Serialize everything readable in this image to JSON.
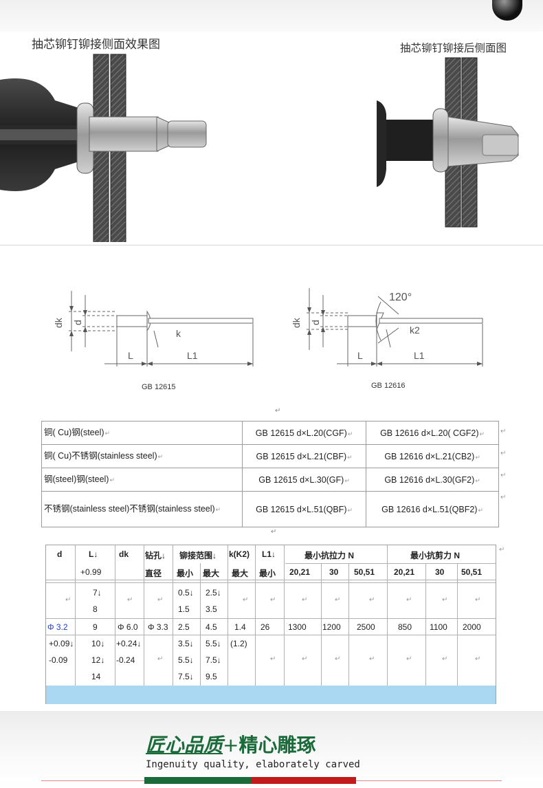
{
  "photos": {
    "left_title": "抽芯铆钉铆接侧面效果图",
    "right_title": "抽芯铆钉铆接后侧面图"
  },
  "diagram": {
    "left": {
      "dk": "dk",
      "d": "d",
      "k": "k",
      "L": "L",
      "L1": "L1",
      "std": "GB 12615"
    },
    "right": {
      "angle": "120°",
      "dk": "dk",
      "d": "d",
      "k": "k2",
      "L": "L",
      "L1": "L1",
      "std": "GB 12616"
    }
  },
  "marks": {
    "para": "↵",
    "cell": "↵",
    "down": "↓"
  },
  "types_table": {
    "rows": [
      {
        "material": "铜( Cu)钢(steel)",
        "gb12615": "GB 12615 d×L.20(CGF)",
        "gb12616": "GB 12616 d×L.20( CGF2)"
      },
      {
        "material": "铜( Cu)不锈钢(stainless steel)",
        "gb12615": "GB 12615 d×L.21(CBF)",
        "gb12616": "GB 12616 d×L.21(CB2)"
      },
      {
        "material": "钢(steel)钢(steel)",
        "gb12615": "GB 12615 d×L.30(GF)",
        "gb12616": "GB 12616 d×L.30(GF2)"
      },
      {
        "material": "不锈钢(stainless steel)不锈钢(stainless steel)",
        "gb12615": "GB 12615 d×L.51(QBF)",
        "gb12616": "GB 12616 d×L.51(QBF2)"
      }
    ]
  },
  "spec_table": {
    "headers": {
      "d": "d",
      "L": "L↓",
      "L_tol": "+0.99",
      "dk": "dk",
      "drill_1": "钻孔↓",
      "drill_2": "直径",
      "grip": "铆接范围↓",
      "grip_min": "最小",
      "grip_max": "最大",
      "k": "k(K2)",
      "k_max": "最大",
      "L1": "L1↓",
      "L1_min": "最小",
      "tensile": "最小抗拉力  N",
      "shear": "最小抗剪力  N",
      "sizes": [
        "20,21",
        "30",
        "50,51",
        "20,21",
        "30",
        "50,51"
      ]
    },
    "L_values": [
      "7↓",
      "8",
      "9",
      "10↓",
      "12↓",
      "14"
    ],
    "grip_min_values": [
      "0.5↓",
      "1.5",
      "2.5",
      "3.5↓",
      "5.5↓",
      "7.5↓"
    ],
    "grip_max_values": [
      "2.5↓",
      "3.5",
      "4.5",
      "5.5↓",
      "7.5↓",
      "9.5"
    ],
    "d_value": "Φ 3.2",
    "d_tol_plus": "+0.09↓",
    "d_tol_minus": "-0.09",
    "dk_value": "Φ 6.0",
    "dk_tol_plus": "+0.24↓",
    "dk_tol_minus": "-0.24",
    "drill_value": "Φ 3.3",
    "k_value": "1.4",
    "k2_value": "(1.2)",
    "L1_value": "26",
    "tensile": [
      "1300",
      "1200",
      "2500"
    ],
    "shear": [
      "850",
      "1100",
      "2000"
    ]
  },
  "footer": {
    "slogan_main": "匠心品质",
    "slogan_plus": "+",
    "slogan_rest": "精心雕琢",
    "slogan_en": "Ingenuity quality, elaborately carved"
  },
  "colors": {
    "slogan": "#1b6b3a",
    "band": "#aad8f3",
    "accent_red": "#c21a1a",
    "value_blue": "#1a3fd6"
  }
}
